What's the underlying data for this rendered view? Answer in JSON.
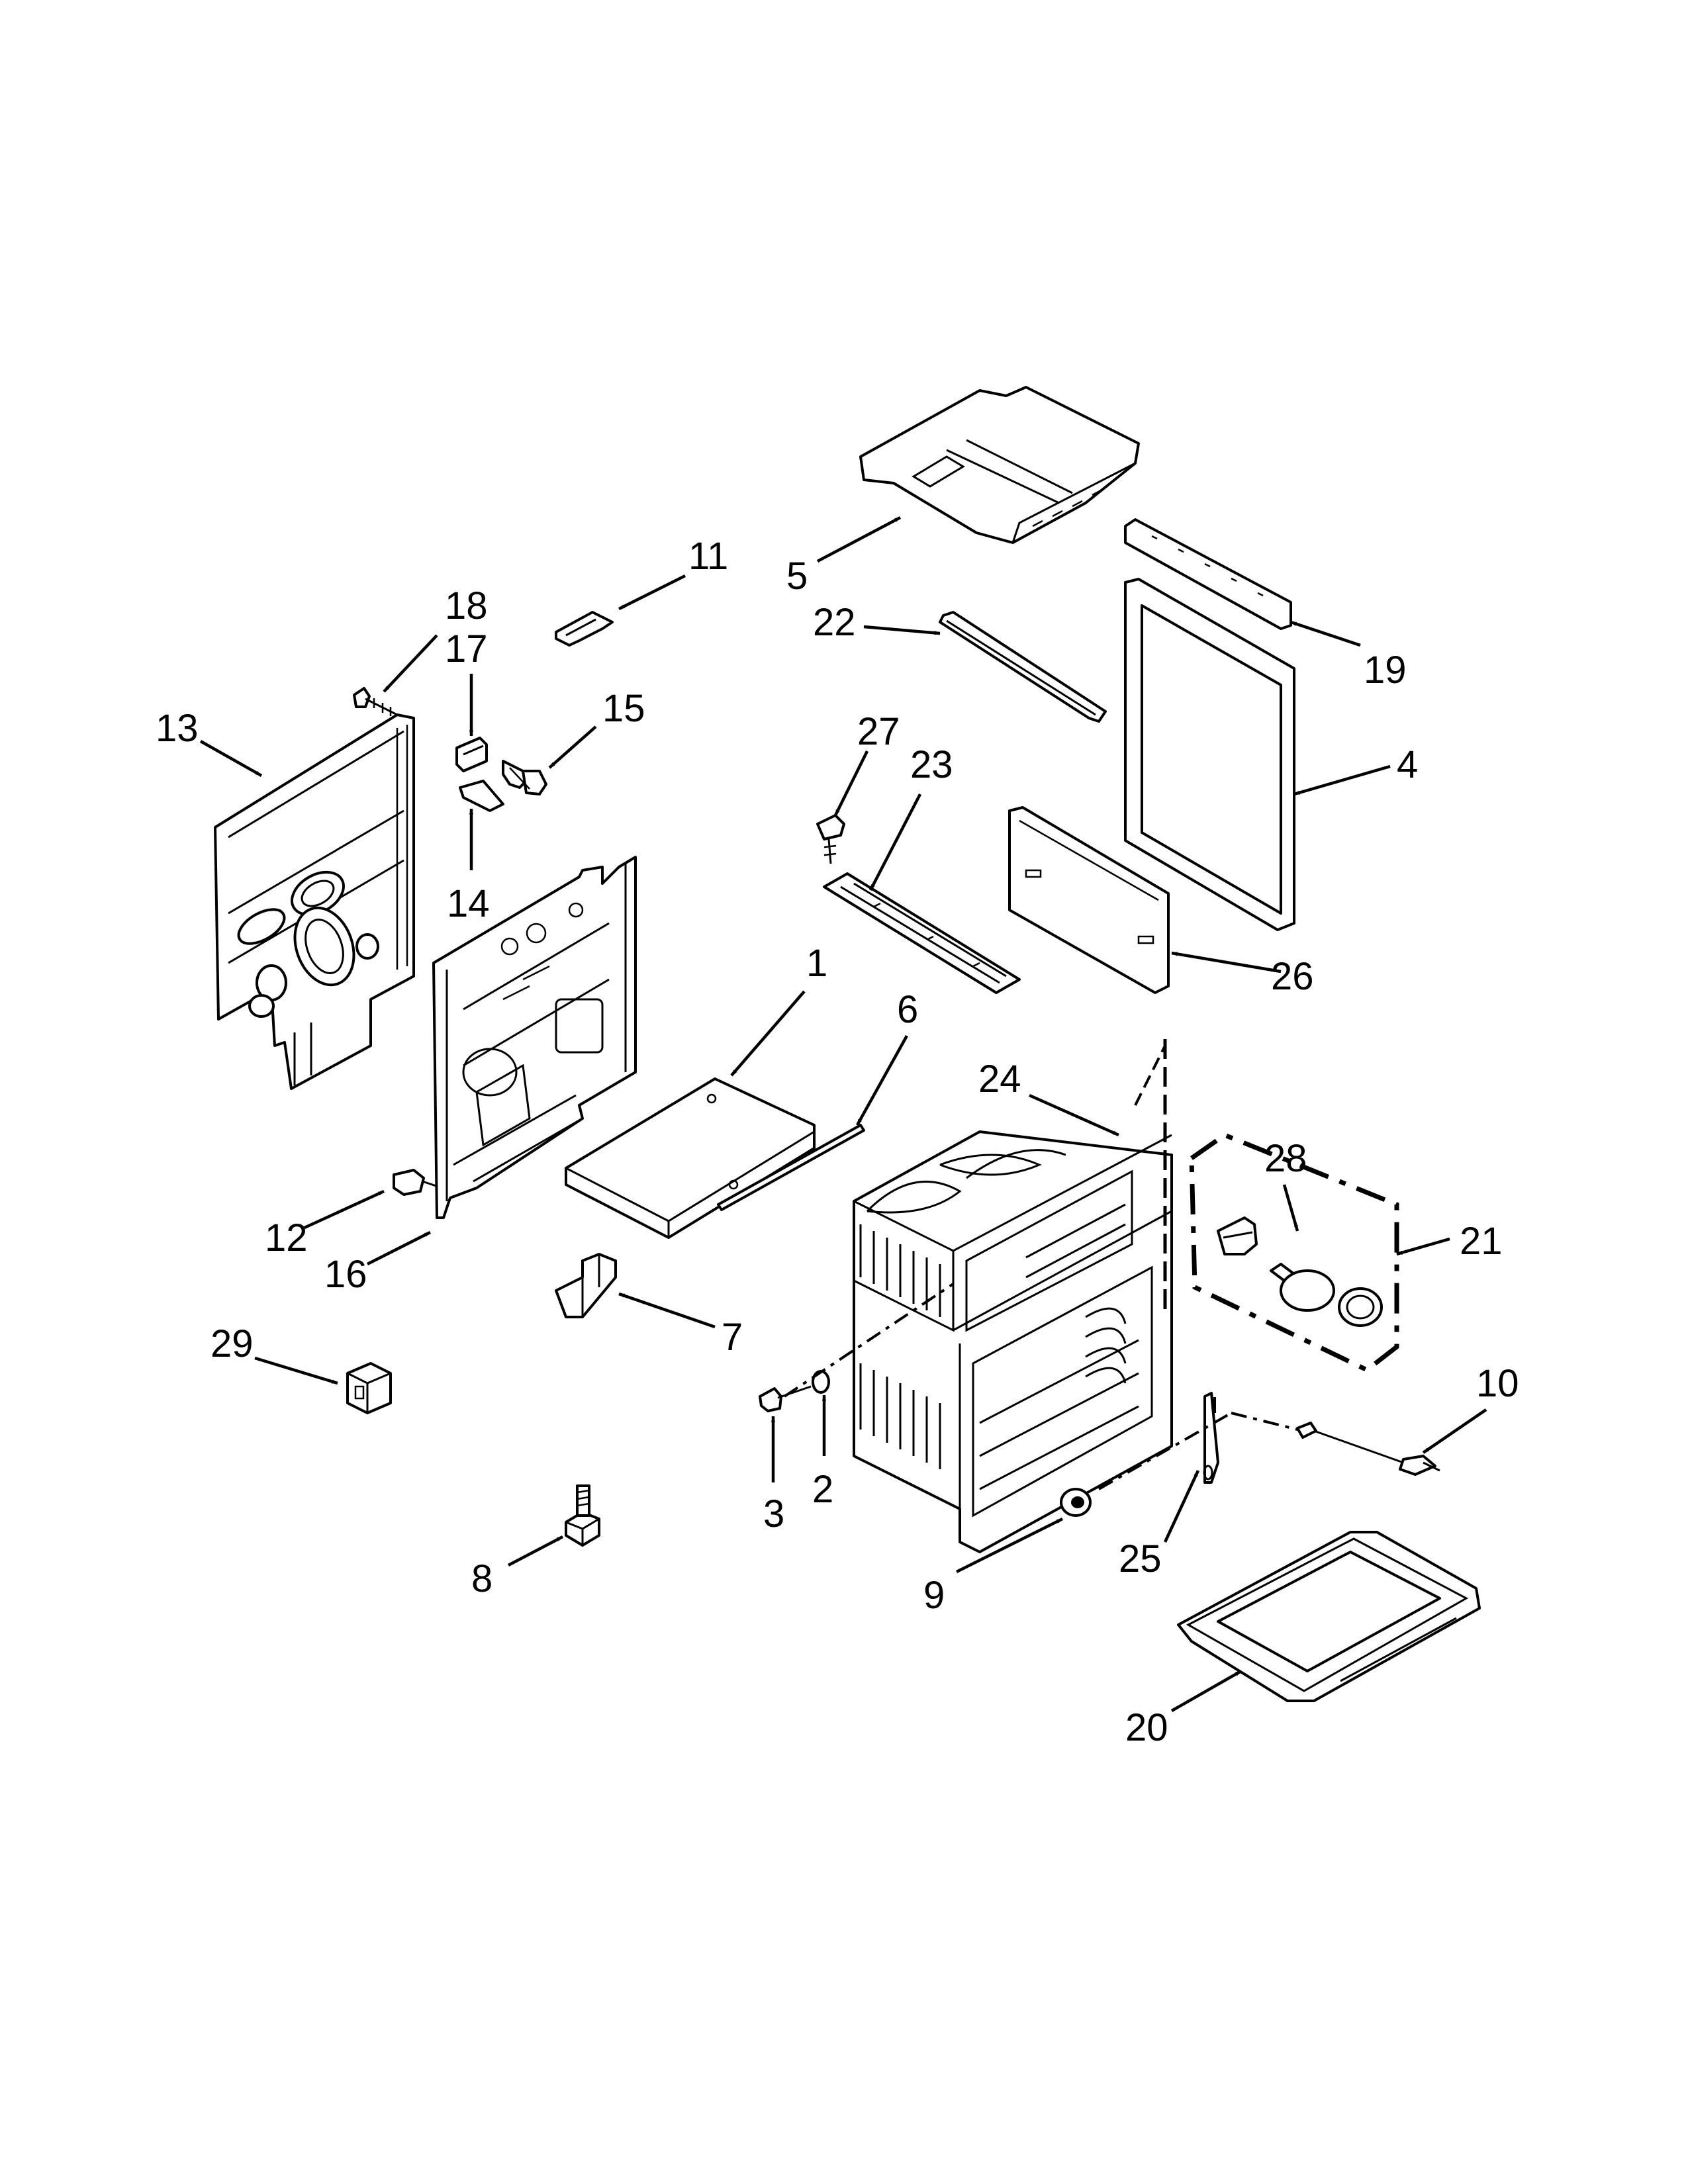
{
  "diagram": {
    "callouts": [
      {
        "id": "1",
        "text": "1"
      },
      {
        "id": "2",
        "text": "2"
      },
      {
        "id": "3",
        "text": "3"
      },
      {
        "id": "4",
        "text": "4"
      },
      {
        "id": "5",
        "text": "5"
      },
      {
        "id": "6",
        "text": "6"
      },
      {
        "id": "7",
        "text": "7"
      },
      {
        "id": "8",
        "text": "8"
      },
      {
        "id": "9",
        "text": "9"
      },
      {
        "id": "10",
        "text": "10"
      },
      {
        "id": "11",
        "text": "11"
      },
      {
        "id": "12",
        "text": "12"
      },
      {
        "id": "13",
        "text": "13"
      },
      {
        "id": "14",
        "text": "14"
      },
      {
        "id": "15",
        "text": "15"
      },
      {
        "id": "16",
        "text": "16"
      },
      {
        "id": "17",
        "text": "17"
      },
      {
        "id": "18",
        "text": "18"
      },
      {
        "id": "19",
        "text": "19"
      },
      {
        "id": "20",
        "text": "20"
      },
      {
        "id": "21",
        "text": "21"
      },
      {
        "id": "22",
        "text": "22"
      },
      {
        "id": "23",
        "text": "23"
      },
      {
        "id": "24",
        "text": "24"
      },
      {
        "id": "25",
        "text": "25"
      },
      {
        "id": "26",
        "text": "26"
      },
      {
        "id": "27",
        "text": "27"
      },
      {
        "id": "28",
        "text": "28"
      },
      {
        "id": "29",
        "text": "29"
      }
    ]
  }
}
